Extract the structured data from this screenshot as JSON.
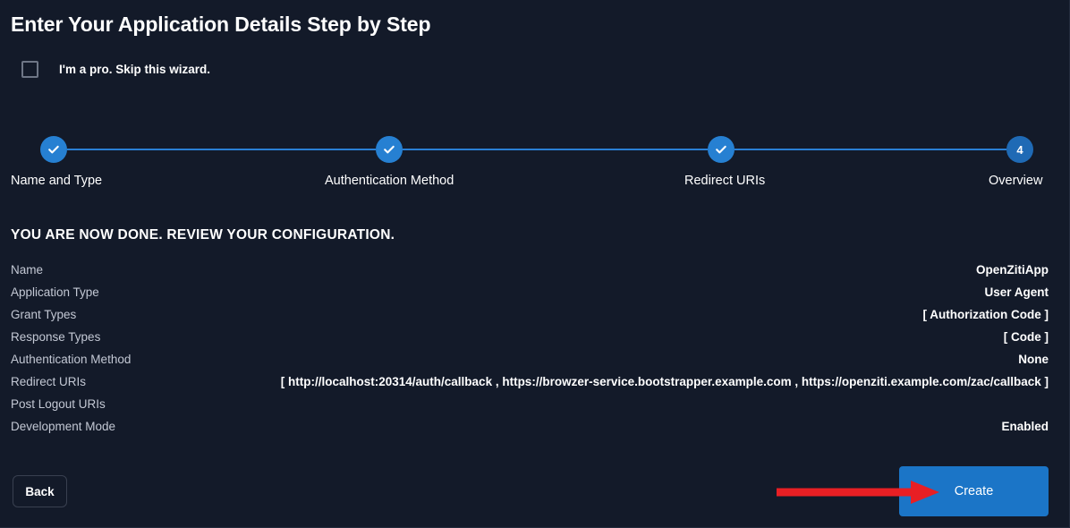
{
  "page": {
    "title": "Enter Your Application Details Step by Step",
    "background_color": "#131a29"
  },
  "skip_wizard": {
    "label": "I'm a pro. Skip this wizard.",
    "checked": false
  },
  "stepper": {
    "accent_color": "#2680d2",
    "current_color": "#1f6ab5",
    "current_step": 4,
    "steps": [
      {
        "label": "Name and Type",
        "state": "complete",
        "marker": "check"
      },
      {
        "label": "Authentication Method",
        "state": "complete",
        "marker": "check"
      },
      {
        "label": "Redirect URIs",
        "state": "complete",
        "marker": "check"
      },
      {
        "label": "Overview",
        "state": "current",
        "marker": "4"
      }
    ]
  },
  "review": {
    "heading": "YOU ARE NOW DONE. REVIEW YOUR CONFIGURATION.",
    "rows": [
      {
        "label": "Name",
        "value": "OpenZitiApp"
      },
      {
        "label": "Application Type",
        "value": "User Agent"
      },
      {
        "label": "Grant Types",
        "value": "[ Authorization Code ]"
      },
      {
        "label": "Response Types",
        "value": "[ Code ]"
      },
      {
        "label": "Authentication Method",
        "value": "None"
      },
      {
        "label": "Redirect URIs",
        "value": "[ http://localhost:20314/auth/callback , https://browzer-service.bootstrapper.example.com , https://openziti.example.com/zac/callback ]"
      },
      {
        "label": "Post Logout URIs",
        "value": ""
      },
      {
        "label": "Development Mode",
        "value": "Enabled"
      }
    ]
  },
  "footer": {
    "back_label": "Back",
    "create_label": "Create",
    "create_color": "#1b75c7"
  },
  "annotation": {
    "arrow_color": "#e81f24",
    "points_to": "create-button"
  }
}
